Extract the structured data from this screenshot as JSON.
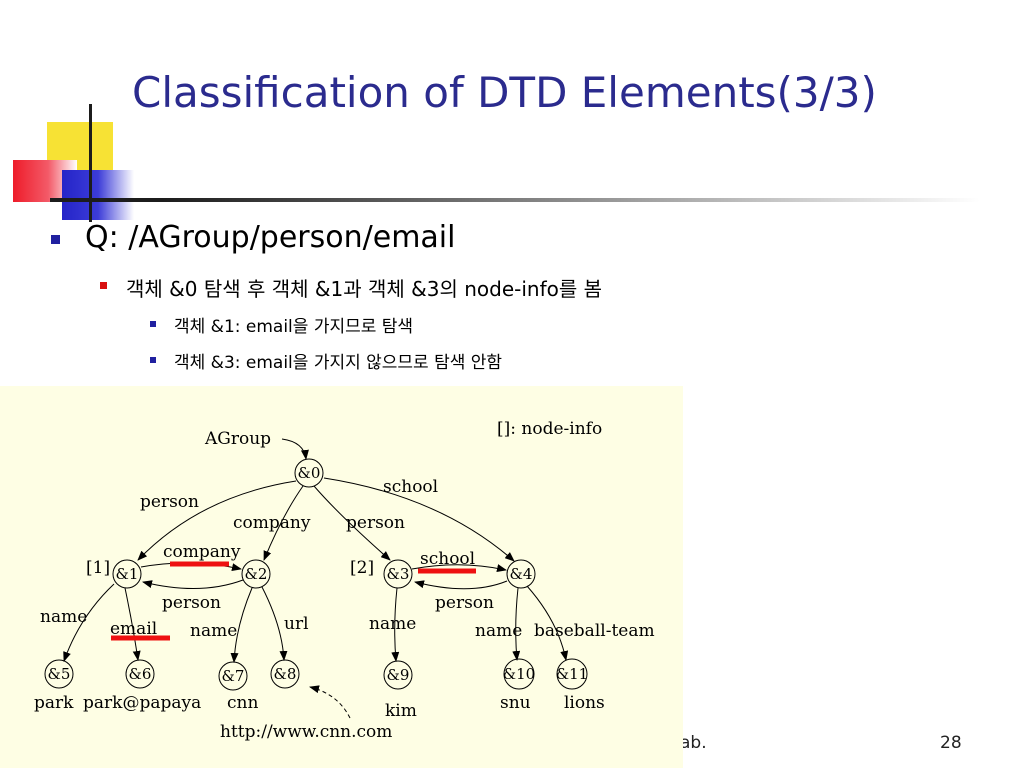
{
  "title": "Classification of DTD Elements(3/3)",
  "bullets": {
    "b1": "Q: /AGroup/person/email",
    "b2": "객체 &0 탐색 후 객체 &1과 객체 &3의 node-info를 봄",
    "b3": "객체 &1: email을 가지므로 탐색",
    "b4": "객체 &3: email을 가지지 않으므로 탐색 안함"
  },
  "footer": {
    "text": "ab.",
    "page": "28"
  },
  "colors": {
    "title": "#2b2b8e",
    "highlight": "#ee1111",
    "diagram_background": "#fefee4"
  },
  "diagram": {
    "legend": "[]: node-info",
    "root_label": "AGroup",
    "url_label": "http://www.cnn.com",
    "node_info": [
      "[1]",
      "[2]"
    ],
    "nodes": [
      "&0",
      "&1",
      "&2",
      "&3",
      "&4",
      "&5",
      "&6",
      "&7",
      "&8",
      "&9",
      "&10",
      "&11"
    ],
    "edge_labels": {
      "n0_n1": "person",
      "n0_n2": "company",
      "n0_n3": "person",
      "n0_n4": "school",
      "n1_n2": "company",
      "n2_n1": "person",
      "n3_n4": "school",
      "n4_n3": "person",
      "n1_n5": "name",
      "n1_n6": "email",
      "n2_n7": "name",
      "n2_n8": "url",
      "n3_n9": "name",
      "n4_n10": "name",
      "n4_n11": "baseball-team"
    },
    "leaf_values": {
      "n5": "park",
      "n6": "park@papaya",
      "n7": "cnn",
      "n9": "kim",
      "n10": "snu",
      "n11": "lions"
    }
  }
}
